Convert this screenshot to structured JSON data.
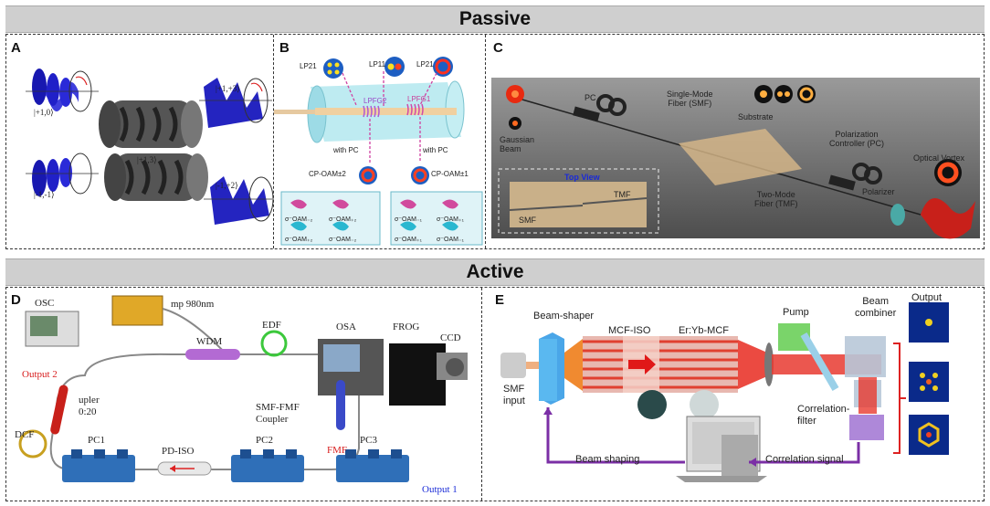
{
  "sections": {
    "passive": "Passive",
    "active": "Active"
  },
  "panels": {
    "A": {
      "letter": "A",
      "labels": [
        "|+1,0⟩",
        "|+1,+3⟩",
        "|+1,3⟩",
        "|-1,-1⟩",
        "|-1,+2⟩"
      ]
    },
    "B": {
      "letter": "B",
      "lp21_left": "LP21",
      "lp11": "LP11",
      "lp21_right": "LP21",
      "lpfg2": "LPFG2",
      "lpfg1": "LPFG1",
      "with_pc_left": "with PC",
      "with_pc_right": "with PC",
      "cp_oam_left": "CP-OAM±2",
      "cp_oam_right": "CP-OAM±1",
      "box_left": [
        "σ⁻OAM₋₂",
        "σ⁻OAM₊₂",
        "σ⁻OAM₊₂",
        "σ⁻OAM₋₂"
      ],
      "box_right": [
        "σ⁻OAM₋₁",
        "σ⁻OAM₊₁",
        "σ⁻OAM₊₁",
        "σ⁻OAM₋₁"
      ]
    },
    "C": {
      "letter": "C",
      "gaussian": "Gaussian\nBeam",
      "pc": "PC",
      "smf": "Single-Mode\nFiber (SMF)",
      "substrate": "Substrate",
      "pol_ctrl": "Polarization\nController (PC)",
      "optical_vortex": "Optical Vortex",
      "polarizer": "Polarizer",
      "tmf_long": "Two-Mode\nFiber (TMF)",
      "top_view": "Top View",
      "tv_smf": "SMF",
      "tv_tmf": "TMF"
    },
    "D": {
      "letter": "D",
      "osc": "OSC",
      "pump": "mp 980nm",
      "edf": "EDF",
      "wdm": "WDM",
      "osa": "OSA",
      "frog": "FROG",
      "ccd": "CCD",
      "output2": "Output 2",
      "coupler": "upler\n0:20",
      "dcf": "DCF",
      "smf_fmf": "SMF-FMF\nCoupler",
      "fmf": "FMF",
      "pc1": "PC1",
      "pdiso": "PD-ISO",
      "pc2": "PC2",
      "pc3": "PC3",
      "output1": "Output 1"
    },
    "E": {
      "letter": "E",
      "beam_shaper": "Beam-shaper",
      "mcf_iso": "MCF-ISO",
      "erybmcf": "Er:Yb-MCF",
      "pump": "Pump",
      "beam_combiner": "Beam\ncombiner",
      "output": "Output",
      "smf_input": "SMF\ninput",
      "corr_filter": "Correlation-\nfilter",
      "beam_shaping": "Beam shaping",
      "corr_signal": "Correlation signal"
    }
  },
  "colors": {
    "bar": "#cfcfcf",
    "blue_device": "#2f6fb8",
    "red_text": "#d81e1e",
    "blue_text": "#1e2fd8",
    "purple": "#7b2fa6",
    "beam_red": "#e8392e"
  }
}
